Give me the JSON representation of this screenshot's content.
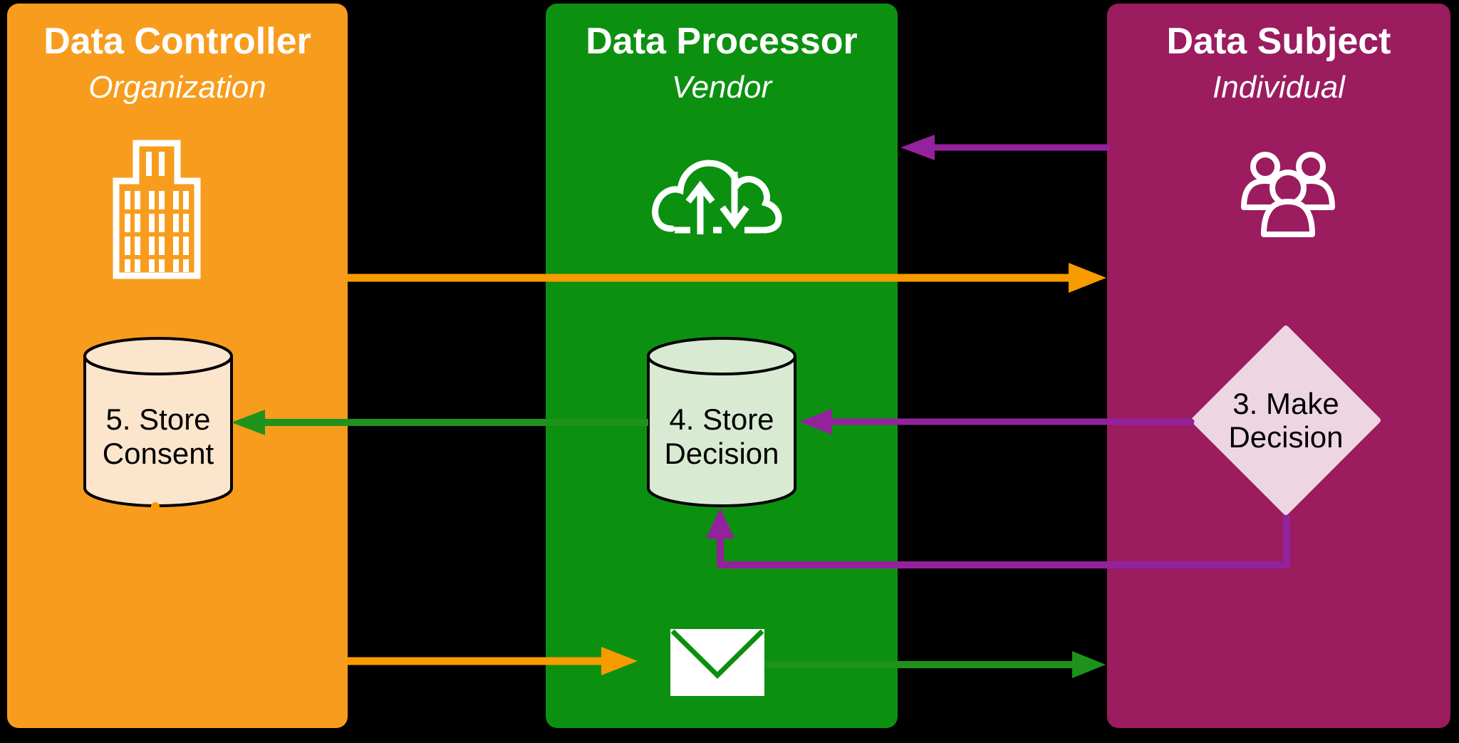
{
  "diagram": {
    "columns": [
      {
        "title": "Data Controller",
        "subtitle": "Organization",
        "icon": "building-icon",
        "color": "#F89C1E"
      },
      {
        "title": "Data Processor",
        "subtitle": "Vendor",
        "icon": "cloud-sync-icon",
        "color": "#0C9010"
      },
      {
        "title": "Data Subject",
        "subtitle": "Individual",
        "icon": "people-group-icon",
        "color": "#9B1C5F"
      }
    ],
    "nodes": [
      {
        "shape": "cylinder",
        "fill": "#FCE5CD",
        "label_line1": "5. Store",
        "label_line2": "Consent"
      },
      {
        "shape": "cylinder",
        "fill": "#D9EAD3",
        "label_line1": "4. Store",
        "label_line2": "Decision"
      },
      {
        "shape": "diamond",
        "fill": "#EDD6E2",
        "label_line1": "3. Make",
        "label_line2": "Decision"
      }
    ],
    "arrows": [
      {
        "name": "individual-to-vendor",
        "color": "#93229C",
        "direction": "right-to-left",
        "row": "top"
      },
      {
        "name": "organization-to-individual",
        "color": "#F89B00",
        "direction": "left-to-right",
        "row": "upper-middle"
      },
      {
        "name": "store-decision-to-store-consent",
        "color": "#1F921C",
        "direction": "right-to-left",
        "row": "middle"
      },
      {
        "name": "make-decision-to-store-decision",
        "color": "#93229C",
        "direction": "right-to-left",
        "row": "middle"
      },
      {
        "name": "make-decision-to-store-decision-elbow",
        "color": "#93229C",
        "direction": "down-left-up",
        "row": "lower-middle"
      },
      {
        "name": "organization-to-email",
        "color": "#F89B00",
        "direction": "left-to-right",
        "row": "bottom"
      },
      {
        "name": "email-to-individual",
        "color": "#1F921C",
        "direction": "left-to-right",
        "row": "bottom"
      }
    ],
    "colors": {
      "background": "#000000",
      "controller_column": "#F89C1E",
      "processor_column": "#0C9010",
      "subject_column": "#9B1C5F",
      "purple_arrow": "#93229C",
      "orange_arrow": "#F89B00",
      "green_arrow": "#1F921C",
      "consent_cylinder_fill": "#FCE5CD",
      "decision_cylinder_fill": "#D9EAD3",
      "decision_diamond_fill": "#EDD6E2"
    }
  }
}
